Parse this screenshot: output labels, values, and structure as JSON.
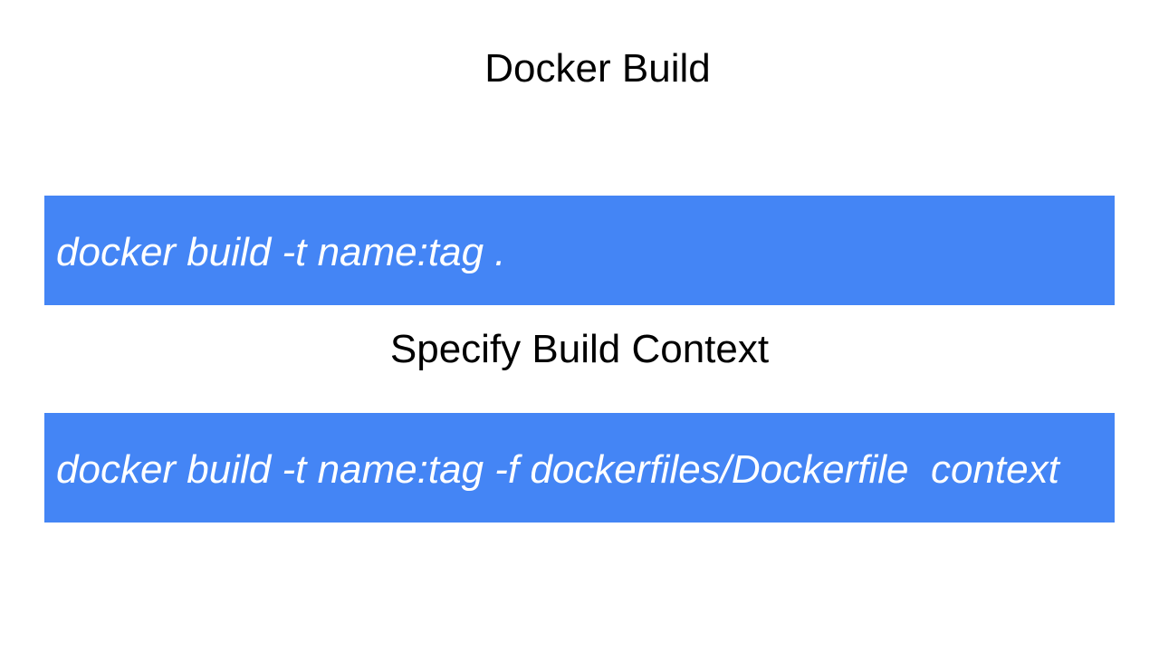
{
  "slide": {
    "title": "Docker Build",
    "command_basic": "docker build -t name:tag .",
    "subtitle": "Specify Build Context",
    "command_context": "docker build -t name:tag -f dockerfiles/Dockerfile  context"
  },
  "colors": {
    "box_background": "#4485f5",
    "box_text": "#ffffff",
    "heading_text": "#000000",
    "page_background": "#ffffff"
  }
}
